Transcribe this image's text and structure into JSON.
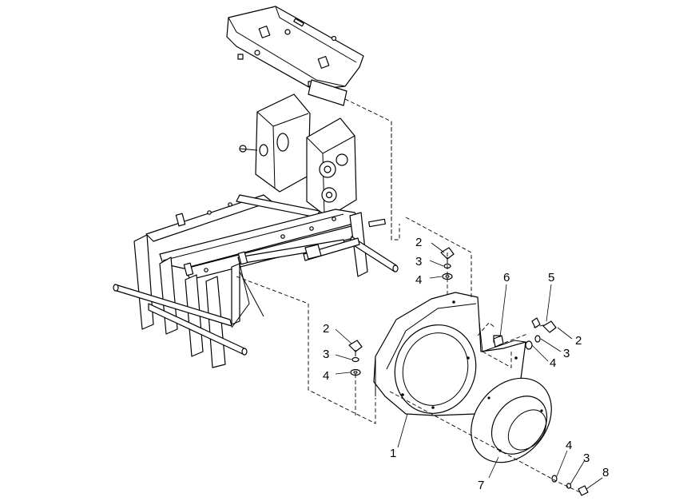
{
  "callouts": {
    "c1": "1",
    "c2a": "2",
    "c3a": "3",
    "c4a": "4",
    "c2b": "2",
    "c3b": "3",
    "c4b": "4",
    "c6": "6",
    "c5": "5",
    "c2c": "2",
    "c3c": "3",
    "c4c": "4",
    "c7": "7",
    "c4d": "4",
    "c3d": "3",
    "c8": "8"
  }
}
